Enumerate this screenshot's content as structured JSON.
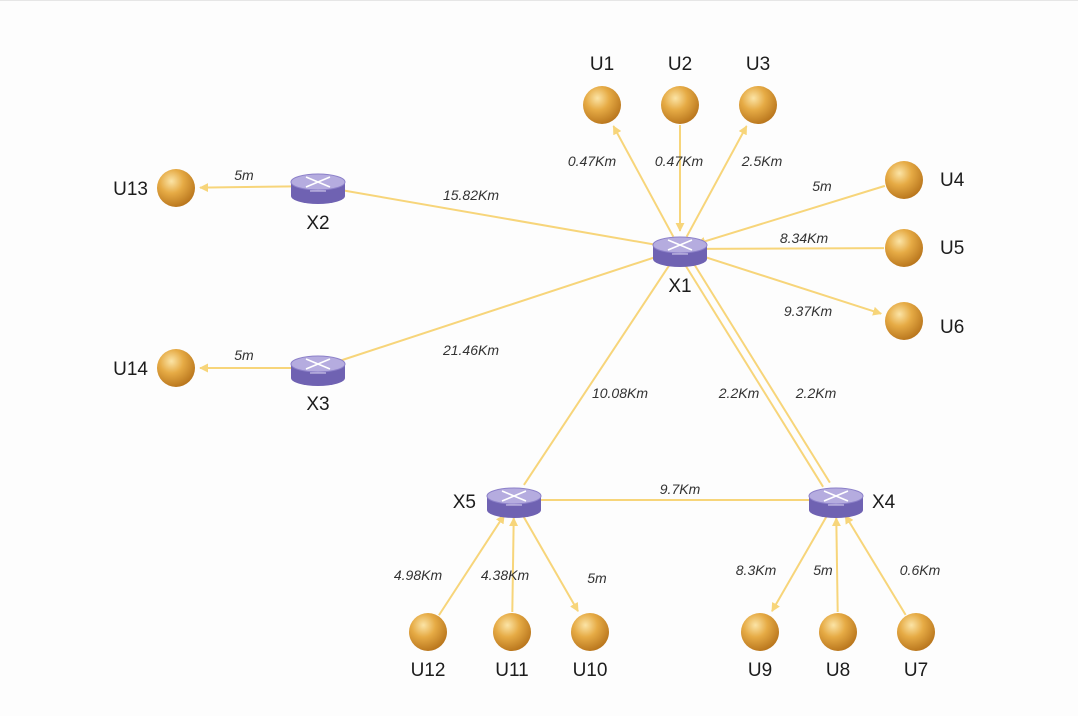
{
  "colors": {
    "link": "#f7d57a",
    "user_node_fill": "#e0a43a",
    "user_node_highlight": "#f6d27d",
    "router_body": "#8c80c9",
    "router_top": "#b5acdf",
    "router_side": "#6f62b2",
    "label_text": "#1c1c1c",
    "edge_label_text": "#333333"
  },
  "routers": [
    {
      "id": "X1",
      "label": "X1"
    },
    {
      "id": "X2",
      "label": "X2"
    },
    {
      "id": "X3",
      "label": "X3"
    },
    {
      "id": "X4",
      "label": "X4"
    },
    {
      "id": "X5",
      "label": "X5"
    }
  ],
  "users": [
    {
      "id": "U1",
      "label": "U1"
    },
    {
      "id": "U2",
      "label": "U2"
    },
    {
      "id": "U3",
      "label": "U3"
    },
    {
      "id": "U4",
      "label": "U4"
    },
    {
      "id": "U5",
      "label": "U5"
    },
    {
      "id": "U6",
      "label": "U6"
    },
    {
      "id": "U7",
      "label": "U7"
    },
    {
      "id": "U8",
      "label": "U8"
    },
    {
      "id": "U9",
      "label": "U9"
    },
    {
      "id": "U10",
      "label": "U10"
    },
    {
      "id": "U11",
      "label": "U11"
    },
    {
      "id": "U12",
      "label": "U12"
    },
    {
      "id": "U13",
      "label": "U13"
    },
    {
      "id": "U14",
      "label": "U14"
    }
  ],
  "links": [
    {
      "from": "X1",
      "to": "U1",
      "label": "0.47Km"
    },
    {
      "from": "U2",
      "to": "X1",
      "label": "0.47Km"
    },
    {
      "from": "X1",
      "to": "U3",
      "label": "2.5Km"
    },
    {
      "from": "U4",
      "to": "X1",
      "label": "5m"
    },
    {
      "from": "U5",
      "to": "X1",
      "label": "8.34Km"
    },
    {
      "from": "X1",
      "to": "U6",
      "label": "9.37Km"
    },
    {
      "from": "X1",
      "to": "X2",
      "label": "15.82Km"
    },
    {
      "from": "X1",
      "to": "X3",
      "label": "21.46Km"
    },
    {
      "from": "X1",
      "to": "X5",
      "label": "10.08Km"
    },
    {
      "from": "X1",
      "to": "X4",
      "label": "2.2Km"
    },
    {
      "from": "X1",
      "to": "X4",
      "label": "2.2Km"
    },
    {
      "from": "X5",
      "to": "X4",
      "label": "9.7Km"
    },
    {
      "from": "X2",
      "to": "U13",
      "label": "5m"
    },
    {
      "from": "X3",
      "to": "U14",
      "label": "5m"
    },
    {
      "from": "U12",
      "to": "X5",
      "label": "4.98Km"
    },
    {
      "from": "U11",
      "to": "X5",
      "label": "4.38Km"
    },
    {
      "from": "X5",
      "to": "U10",
      "label": "5m"
    },
    {
      "from": "X4",
      "to": "U9",
      "label": "8.3Km"
    },
    {
      "from": "U8",
      "to": "X4",
      "label": "5m"
    },
    {
      "from": "U7",
      "to": "X4",
      "label": "0.6Km"
    }
  ]
}
